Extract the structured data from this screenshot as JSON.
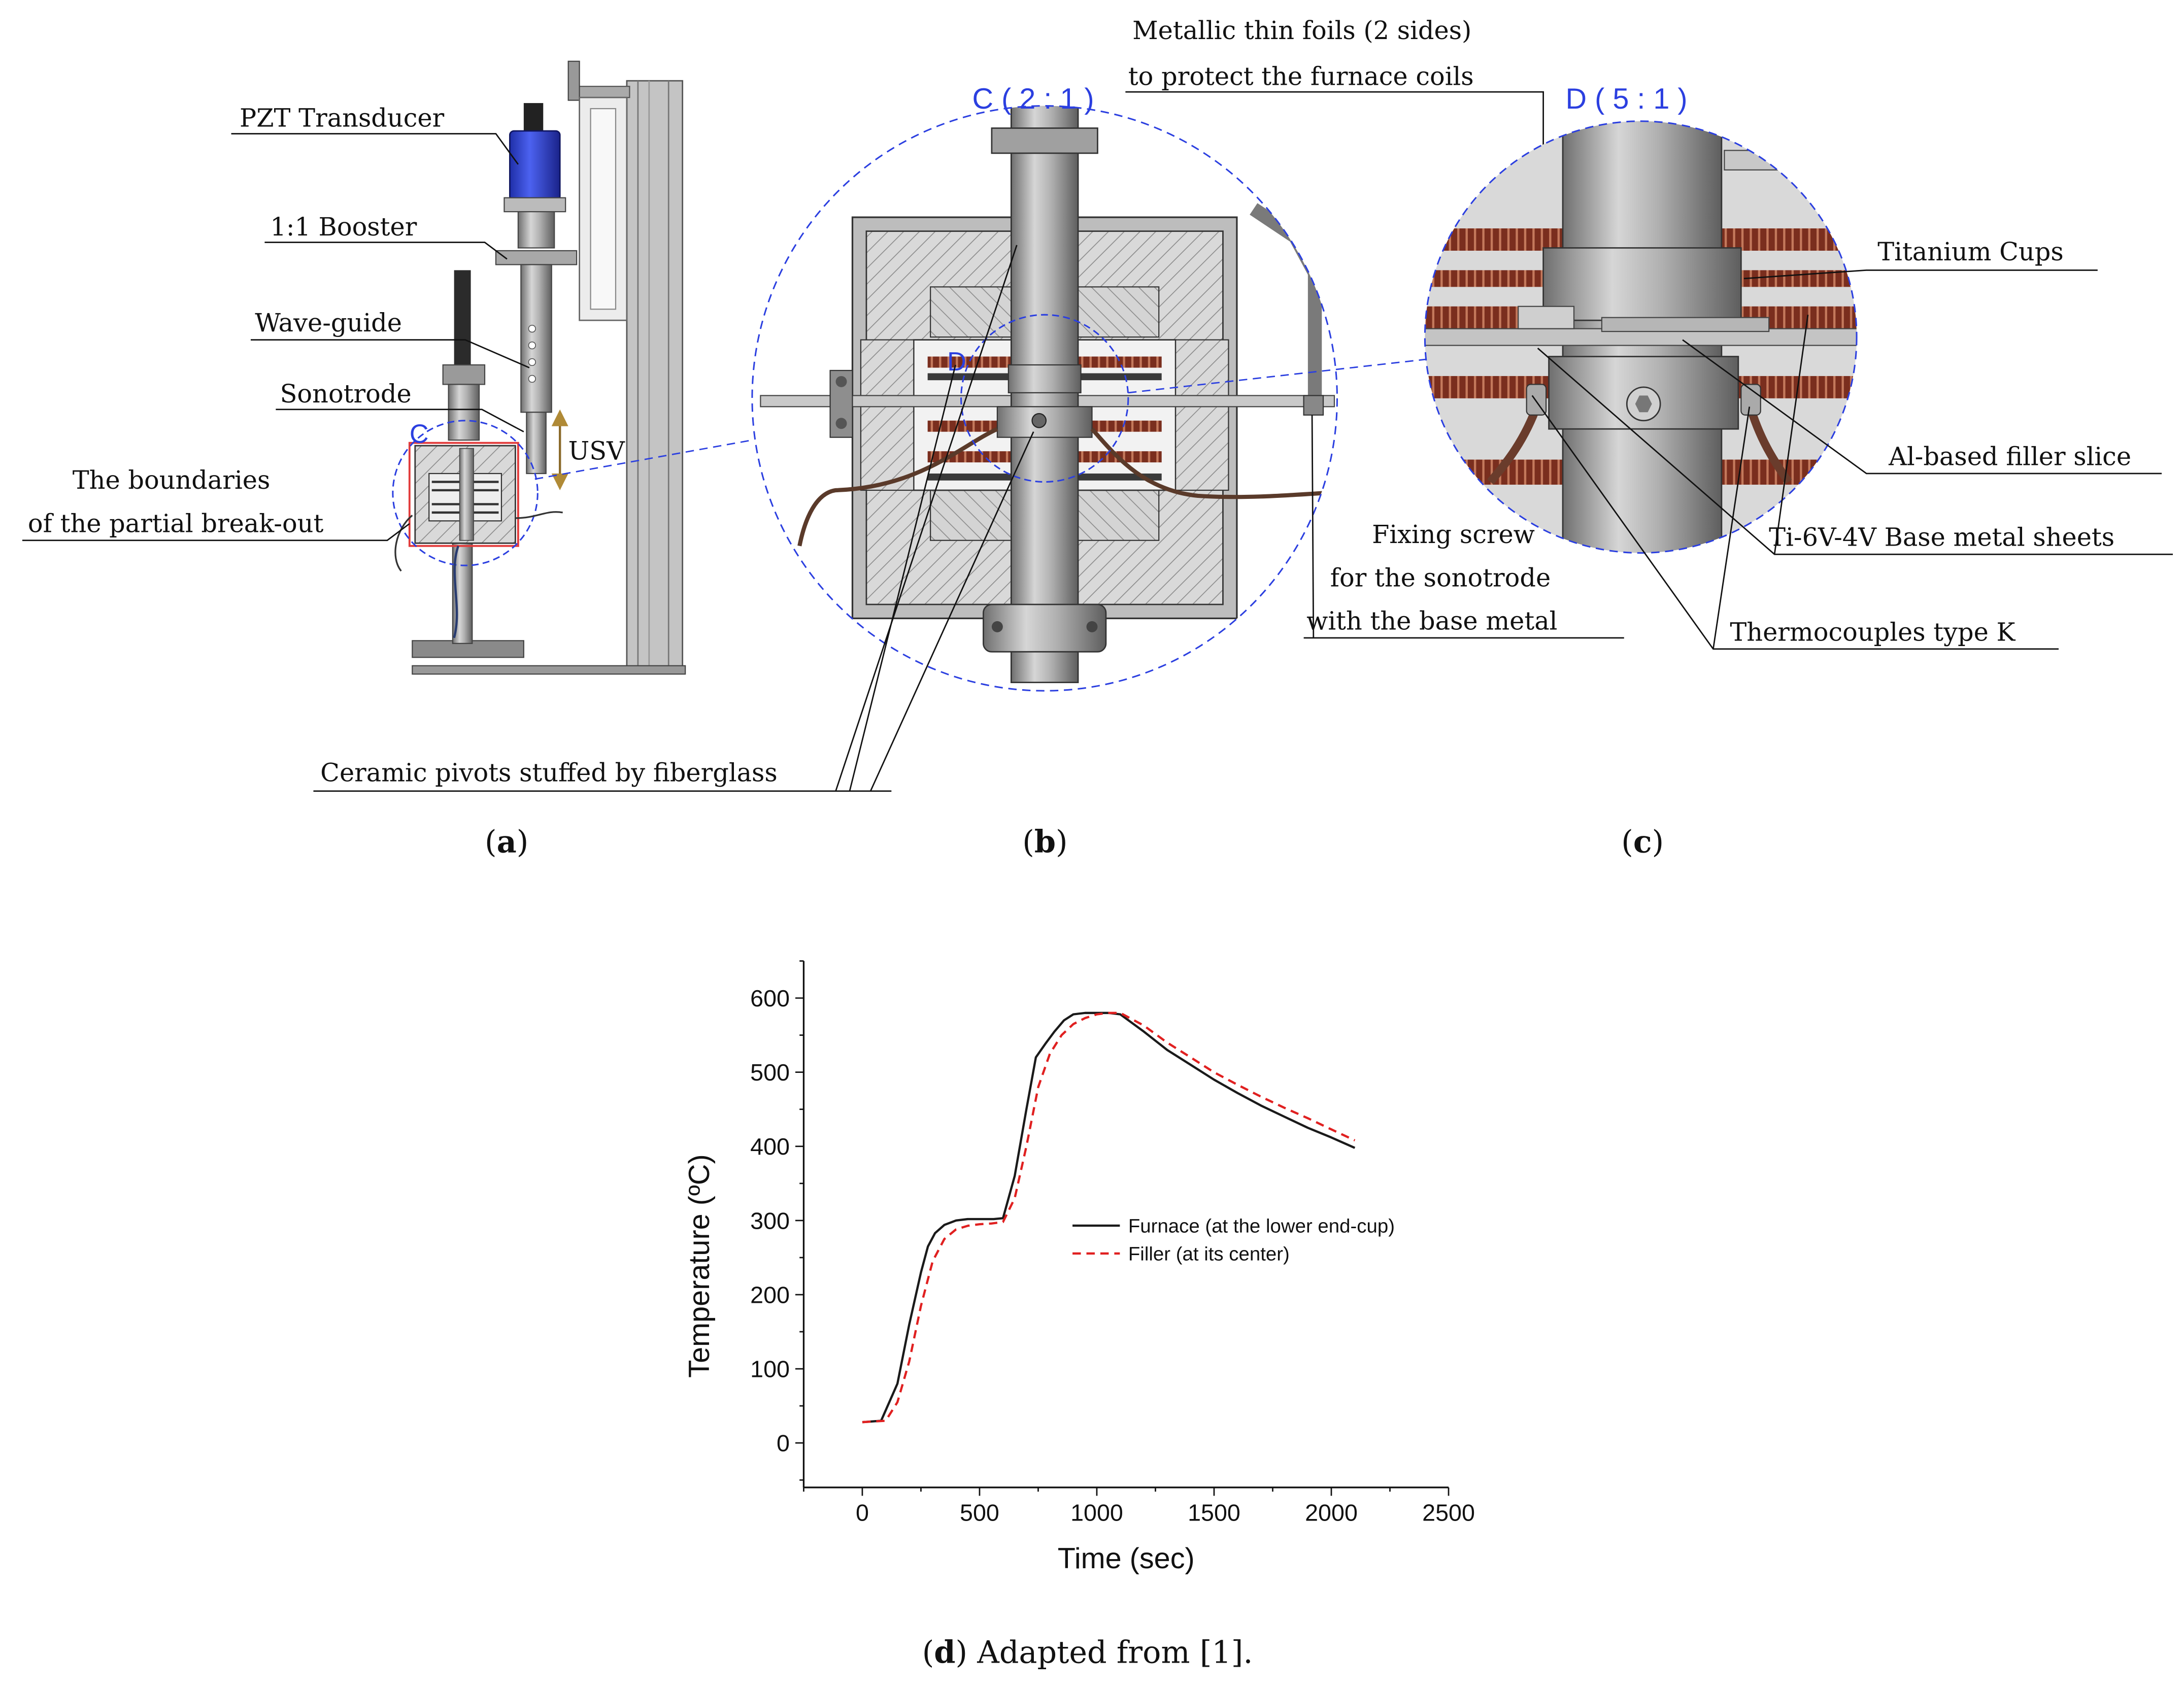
{
  "figure": {
    "panel_a": {
      "caption": "a",
      "labels": {
        "pzt": "PZT Transducer",
        "booster": "1:1 Booster",
        "waveguide": "Wave-guide",
        "sonotrode": "Sonotrode",
        "boundary_1": "The boundaries",
        "boundary_2": "of the partial break-out",
        "usv": "USV",
        "detail_marker": "C"
      }
    },
    "panel_b": {
      "caption": "b",
      "title": "C ( 2 : 1 )",
      "detail_marker": "D",
      "labels": {
        "foils_1": "Metallic thin foils (2 sides)",
        "foils_2": "to protect the furnace coils",
        "screw_1": "Fixing screw",
        "screw_2": "for the sonotrode",
        "screw_3": "with the base metal",
        "pivots": "Ceramic pivots stuffed by fiberglass"
      }
    },
    "panel_c": {
      "caption": "c",
      "title": "D ( 5 : 1 )",
      "labels": {
        "cups": "Titanium Cups",
        "filler": "Al-based filler slice",
        "base": "Ti-6V-4V Base metal sheets",
        "thermo": "Thermocouples type K"
      }
    },
    "panel_d": {
      "caption_letter": "d",
      "caption_text": " Adapted from [1]."
    },
    "colors": {
      "blue_accent": "#2b3fe0",
      "furnace_line": "#1a1a1a",
      "filler_line": "#e02020",
      "coil": "#7a2e1e",
      "steel": "#9a9a9a"
    }
  },
  "chart_data": {
    "type": "line",
    "title": "",
    "xlabel": "Time (sec)",
    "ylabel": "Temperature (ºC)",
    "xlim": [
      -250,
      2500
    ],
    "ylim": [
      -60,
      650
    ],
    "xticks": [
      0,
      500,
      1000,
      1500,
      2000,
      2500
    ],
    "yticks": [
      0,
      100,
      200,
      300,
      400,
      500,
      600
    ],
    "legend_position": "center-right",
    "series": [
      {
        "name": "Furnace (at the lower end-cup)",
        "style": "solid",
        "color": "#1a1a1a",
        "x": [
          0,
          80,
          150,
          200,
          250,
          280,
          310,
          350,
          400,
          450,
          500,
          560,
          600,
          650,
          700,
          740,
          780,
          820,
          860,
          900,
          950,
          1000,
          1050,
          1100,
          1200,
          1300,
          1400,
          1500,
          1600,
          1700,
          1800,
          1900,
          2000,
          2100
        ],
        "y": [
          28,
          30,
          80,
          160,
          230,
          265,
          283,
          294,
          300,
          302,
          302,
          302,
          303,
          360,
          450,
          520,
          538,
          555,
          570,
          578,
          580,
          580,
          580,
          578,
          555,
          530,
          510,
          490,
          472,
          455,
          440,
          425,
          412,
          398
        ]
      },
      {
        "name": "Filler (at its center)",
        "style": "dashed",
        "color": "#e02020",
        "x": [
          0,
          100,
          150,
          200,
          250,
          300,
          350,
          400,
          450,
          500,
          550,
          600,
          650,
          700,
          750,
          800,
          850,
          900,
          950,
          1000,
          1050,
          1100,
          1200,
          1300,
          1400,
          1500,
          1600,
          1700,
          1800,
          1900,
          2000,
          2100
        ],
        "y": [
          28,
          30,
          55,
          110,
          185,
          245,
          275,
          288,
          293,
          295,
          296,
          298,
          330,
          400,
          480,
          525,
          550,
          565,
          573,
          578,
          580,
          580,
          563,
          540,
          520,
          500,
          483,
          467,
          452,
          438,
          423,
          408
        ]
      }
    ]
  }
}
